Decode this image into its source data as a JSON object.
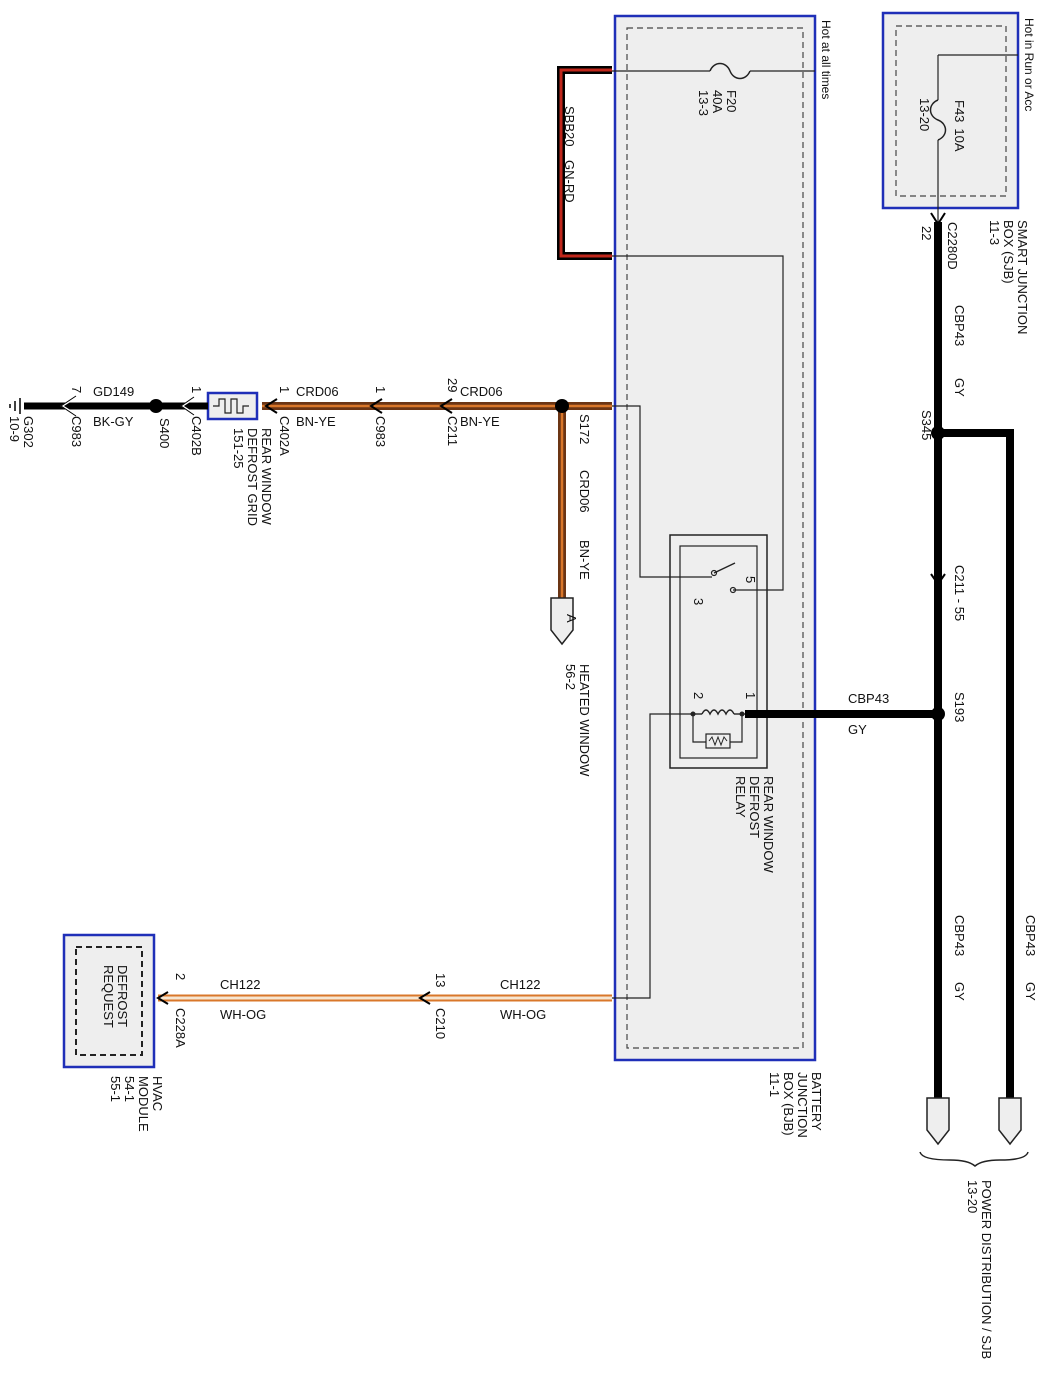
{
  "colors": {
    "module_border": "#1f2fb8",
    "module_fill": "#eeeeee",
    "wire_dark": "#000000",
    "wire_red": "#c0271c",
    "wire_orange": "#d9772a",
    "wire_brown": "#6b3514",
    "wire_light": "#f6e6d2"
  },
  "headers": {
    "hot_all_times": "Hot at all times",
    "hot_run_acc": "Hot in Run or Acc"
  },
  "bjb": {
    "name": "BATTERY JUNCTION BOX (BJB)",
    "page": "11-1",
    "fuse_name": "F20",
    "fuse_rating": "40A",
    "fuse_page": "13-3",
    "sbb_circuit": "SBB20",
    "sbb_color": "GN-RD"
  },
  "sjb": {
    "name": "SMART JUNCTION BOX (SJB)",
    "page": "11-3",
    "fuse_name": "F43",
    "fuse_rating": "10A",
    "fuse_page": "13-20",
    "connector": "C2280D",
    "pin": "22"
  },
  "relay": {
    "name": "REAR WINDOW DEFROST RELAY",
    "pin1": "1",
    "pin2": "2",
    "pin3": "3",
    "pin5": "5"
  },
  "crd_wire": {
    "splice_s172": "S172",
    "circuit": "CRD06",
    "color": "BN-YE",
    "c211": "C211",
    "c211_pin": "29",
    "c983": "C983",
    "c983_pin": "1",
    "c402a": "C402A",
    "c402a_pin": "1"
  },
  "heated_window": {
    "connector_label": "A",
    "name": "HEATED WINDOW",
    "page": "56-2"
  },
  "grid": {
    "name": "REAR WINDOW DEFROST GRID",
    "page": "151-25"
  },
  "ground_wire": {
    "c402b": "C402B",
    "c402b_pin": "1",
    "splice_s400": "S400",
    "circuit": "GD149",
    "color": "BK-GY",
    "c983": "C983",
    "c983_pin": "7",
    "ground": "G302",
    "ground_page": "10-9"
  },
  "cbp": {
    "circuit": "CBP43",
    "color": "GY",
    "s345": "S345",
    "s193": "S193",
    "c211": "C211",
    "c211_pin": "55"
  },
  "hvac": {
    "name": "HVAC MODULE",
    "page1": "54-1",
    "page2": "55-1",
    "function": "DEFROST REQUEST",
    "c228a": "C228A",
    "c228a_pin": "2",
    "c210": "C210",
    "c210_pin": "13",
    "circuit": "CH122",
    "color": "WH-OG"
  },
  "power_distribution": {
    "name": "POWER DISTRIBUTION / SJB",
    "page": "13-20"
  }
}
